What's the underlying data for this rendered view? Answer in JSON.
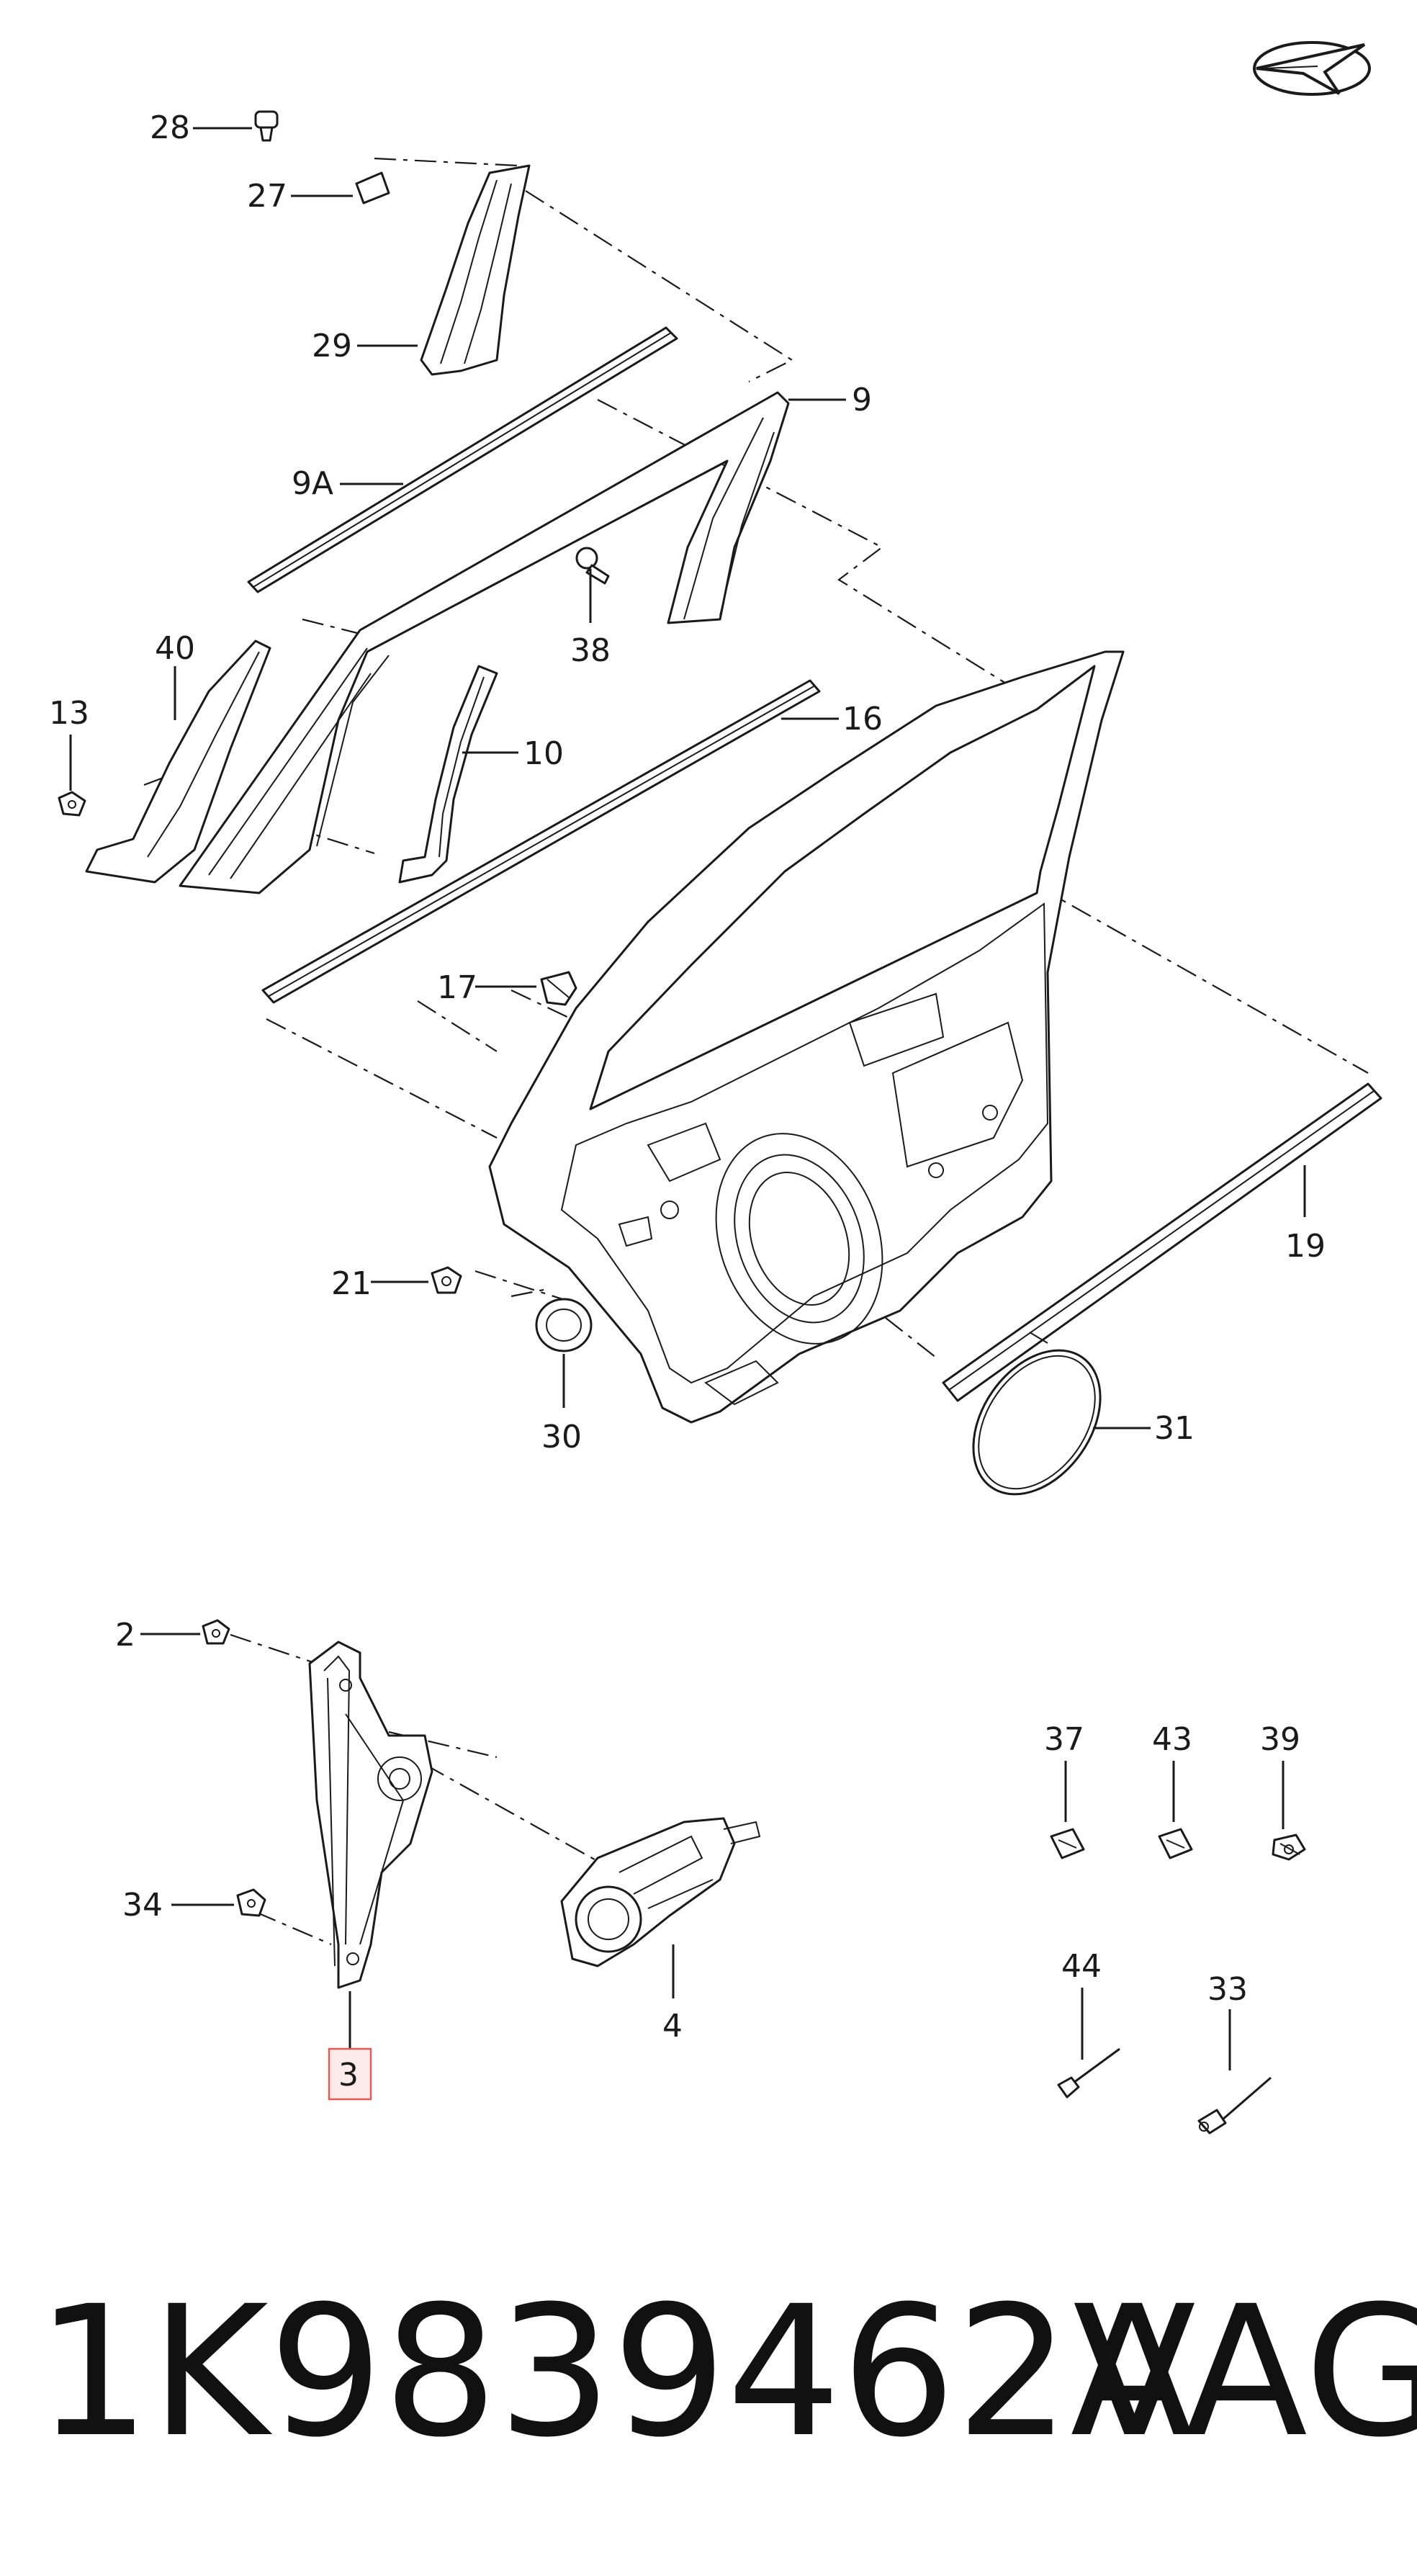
{
  "callouts": {
    "n28": "28",
    "n27": "27",
    "n29": "29",
    "n9": "9",
    "n9A": "9A",
    "n38": "38",
    "n40": "40",
    "n13": "13",
    "n10": "10",
    "n16": "16",
    "n17": "17",
    "n21": "21",
    "n30": "30",
    "n19": "19",
    "n31": "31",
    "n2": "2",
    "n34": "34",
    "n3": "3",
    "n4": "4",
    "n37": "37",
    "n43": "43",
    "n39": "39",
    "n44": "44",
    "n33": "33"
  },
  "highlighted_callout": "3",
  "part_number": "1K9839462A",
  "brand": "VAG",
  "icons": [
    "logo-emblem-icon"
  ],
  "colors": {
    "line": "#1a1a1a",
    "highlight_border": "#e05a5a",
    "highlight_fill": "#fdeaea"
  }
}
